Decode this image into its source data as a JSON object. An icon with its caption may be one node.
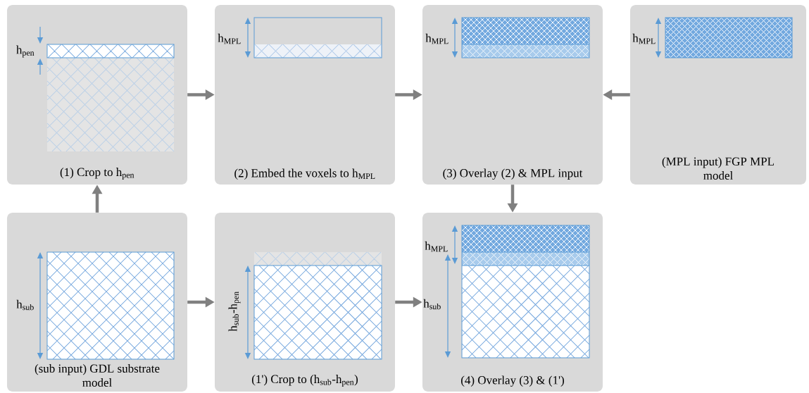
{
  "diagram": {
    "nodes": [
      {
        "text": [
          "(1) Crop to h$_{pen}$"
        ]
      },
      {
        "text": [
          "(2) Embed the voxels to h$_{MPL}$"
        ]
      },
      {
        "text": [
          "(3) Overlay (2) & MPL input"
        ]
      },
      {
        "text": [
          "(MPL input) FGP MPL model"
        ]
      },
      {
        "text": [
          "(sub input) GDL substrate model"
        ]
      },
      {
        "text": [
          "(1') Crop to (h$_{sub}$-h$_{pen}$)"
        ]
      },
      {
        "text": [
          "(4) Overlay (3) & (1')"
        ]
      }
    ],
    "edges": [
      {
        "from": 0,
        "to": 1,
        "arrow": "to"
      },
      {
        "from": 1,
        "to": 2,
        "arrow": "to"
      },
      {
        "from": 3,
        "to": 2,
        "arrow": "to"
      },
      {
        "from": 2,
        "to": 6,
        "arrow": "to"
      },
      {
        "from": 4,
        "to": 0,
        "arrow": "to"
      },
      {
        "from": 4,
        "to": 5,
        "arrow": "to"
      },
      {
        "from": 5,
        "to": 6,
        "arrow": "to"
      }
    ],
    "labels": [
      "h$_{pen}$",
      "h$_{MPL}$",
      "h$_{MPL}$",
      "h$_{MPL}$",
      "h$_{sub}$",
      "h$_{sub}$-h$_{pen}$",
      "h$_{MPL}$",
      "h$_{sub}$"
    ]
  }
}
